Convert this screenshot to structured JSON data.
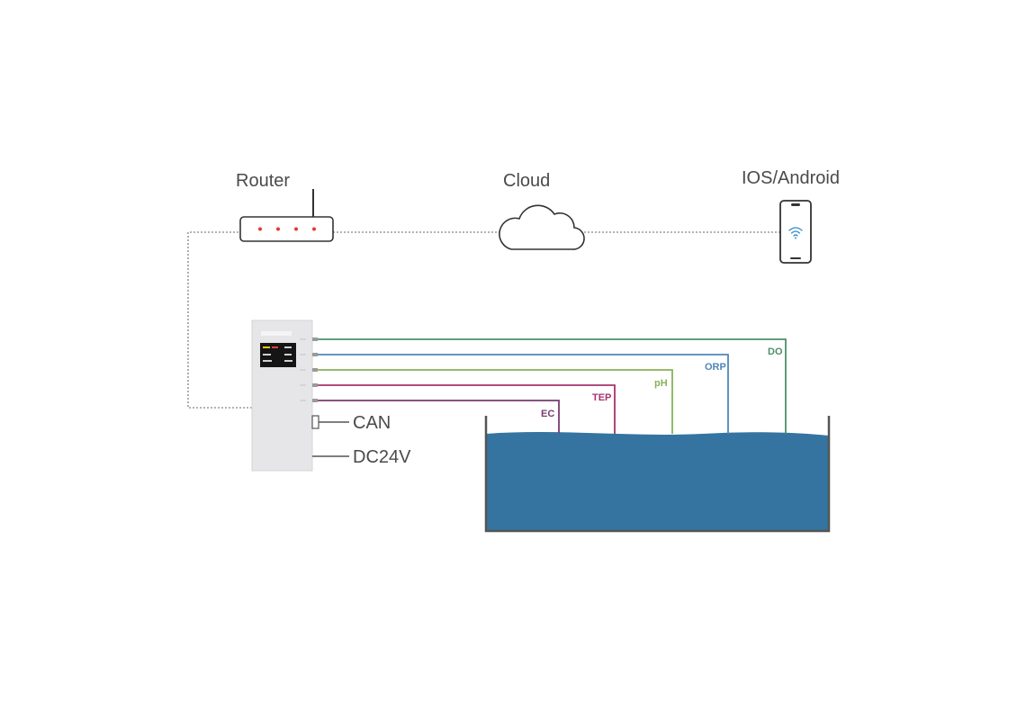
{
  "nodes": {
    "router": {
      "label": "Router"
    },
    "cloud": {
      "label": "Cloud"
    },
    "phone": {
      "label": "IOS/Android"
    }
  },
  "controller": {
    "ports": {
      "can": "CAN",
      "power": "DC24V"
    }
  },
  "sensors": [
    {
      "label": "EC",
      "color": "#7a3b6e"
    },
    {
      "label": "TEP",
      "color": "#a8336e"
    },
    {
      "label": "pH",
      "color": "#86b35a"
    },
    {
      "label": "ORP",
      "color": "#4f86b8"
    },
    {
      "label": "DO",
      "color": "#4f8f6a"
    }
  ],
  "colors": {
    "water": "#3574a0",
    "tank": "#555555",
    "link": "#9a9a9a",
    "router_led": "#e53935",
    "controller": "#e6e6e8"
  }
}
